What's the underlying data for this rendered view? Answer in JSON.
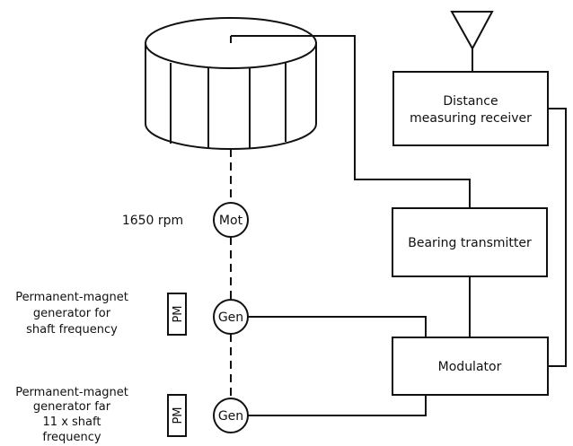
{
  "blocks": {
    "distance_receiver": [
      "Distance",
      "measuring receiver"
    ],
    "bearing_transmitter": "Bearing transmitter",
    "modulator": "Modulator"
  },
  "motor": {
    "label": "Mot",
    "speed": "1650 rpm"
  },
  "generators": [
    {
      "label": "Gen",
      "pm": "PM",
      "description": [
        "Permanent-magnet",
        "generator for",
        "shaft frequency"
      ]
    },
    {
      "label": "Gen",
      "pm": "PM",
      "description": [
        "Permanent-magnet",
        "generator far",
        "11 x shaft",
        "frequency"
      ]
    }
  ]
}
